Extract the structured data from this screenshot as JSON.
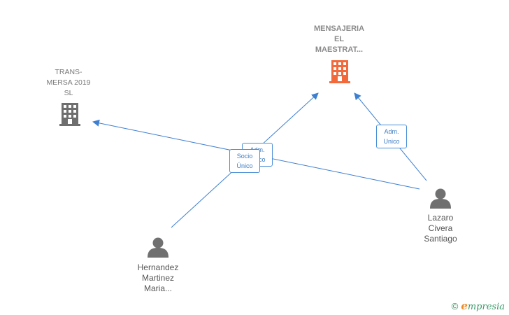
{
  "companies": [
    {
      "id": "mensajeria",
      "label": "MENSAJERIA\nEL\nMAESTRAT...",
      "color": "#f26a3b"
    },
    {
      "id": "transmersa",
      "label": "TRANS-\nMERSA 2019\nSL",
      "color": "#6e6e6e"
    }
  ],
  "people": [
    {
      "id": "hernandez",
      "label": "Hernandez\nMartinez\nMaria..."
    },
    {
      "id": "lazaro",
      "label": "Lazaro\nCivera\nSantiago"
    }
  ],
  "edges": [
    {
      "from": "hernandez",
      "to": "mensajeria",
      "label": "Socio\nÚnico"
    },
    {
      "from": "lazaro",
      "to": "transmersa",
      "label": "Adm.\nUnico"
    },
    {
      "from": "lazaro",
      "to": "mensajeria",
      "label": "Adm.\nUnico"
    }
  ],
  "colors": {
    "edge": "#3d7fd1",
    "person_icon": "#707070"
  },
  "footer": {
    "copyright_symbol": "©",
    "brand_initial": "e",
    "brand_rest": "mpresia"
  }
}
